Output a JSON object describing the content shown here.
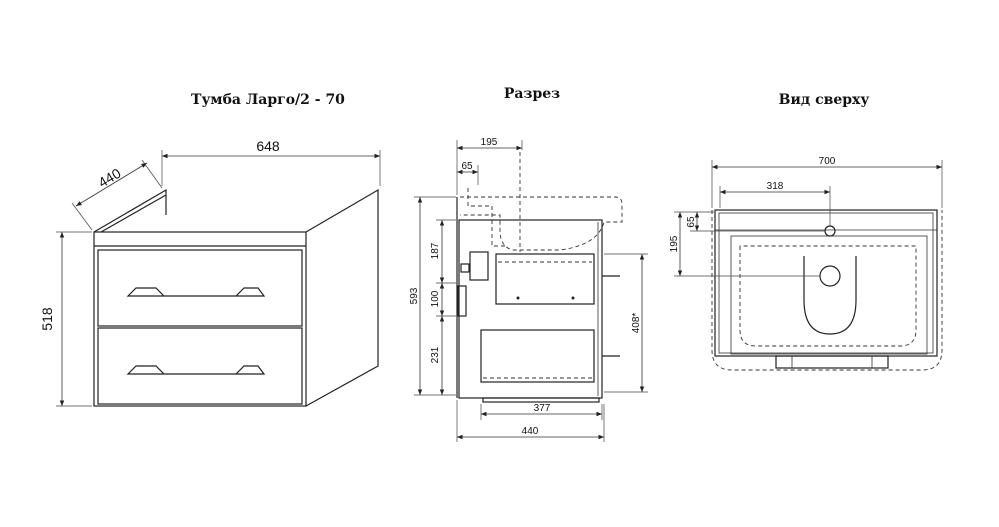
{
  "titles": {
    "front": "Тумба Ларго/2 - 70",
    "section": "Разрез",
    "top": "Вид сверху"
  },
  "front_view": {
    "width": "648",
    "depth": "440",
    "height": "518"
  },
  "section_view": {
    "d195": "195",
    "d65": "65",
    "d593": "593",
    "d187": "187",
    "d100": "100",
    "d231": "231",
    "d408": "408*",
    "d377": "377",
    "d440": "440"
  },
  "top_view": {
    "d700": "700",
    "d318": "318",
    "d65": "65",
    "d195": "195"
  }
}
